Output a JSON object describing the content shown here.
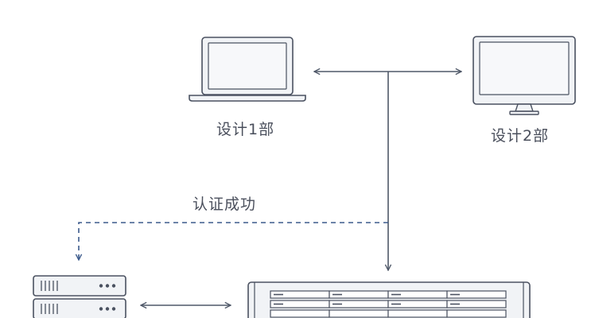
{
  "labels": {
    "device1": "设计1部",
    "device2": "设计2部",
    "auth": "认证成功"
  },
  "colors": {
    "outline": "#4a5160",
    "fill": "#f1f3f6",
    "screen": "#f7f8fa",
    "arrow": "#4f5868",
    "dashed": "#3b5a8c",
    "text": "#4a4f5c"
  }
}
